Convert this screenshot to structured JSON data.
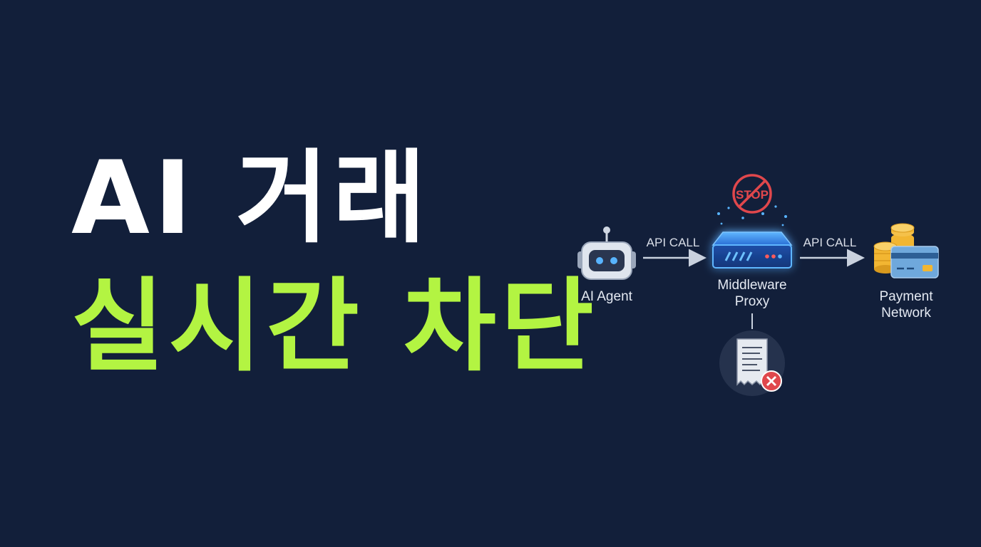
{
  "headline": {
    "line1": "AI 거래",
    "line2": "실시간 차단"
  },
  "diagram": {
    "nodes": {
      "agent": {
        "label": "AI Agent",
        "icon": "robot-icon"
      },
      "proxy": {
        "label_line1": "Middleware",
        "label_line2": "Proxy",
        "icon": "server-icon"
      },
      "payment": {
        "label_line1": "Payment",
        "label_line2": "Network",
        "icon": "coins-card-icon"
      }
    },
    "edges": [
      {
        "from": "agent",
        "to": "proxy",
        "label": "API CALL"
      },
      {
        "from": "proxy",
        "to": "payment",
        "label": "API CALL"
      }
    ],
    "stop_sign": {
      "text": "STOP",
      "icon": "stop-sign-icon"
    },
    "blocked_receipt": {
      "icon": "rejected-receipt-icon"
    }
  },
  "colors": {
    "background": "#121f3a",
    "headline_white": "#ffffff",
    "headline_accent": "#b3f442",
    "proxy_glow": "#3aa0ff",
    "stop_red": "#e0474c",
    "coin_gold": "#f2b632",
    "card_blue": "#6fa8dc"
  }
}
